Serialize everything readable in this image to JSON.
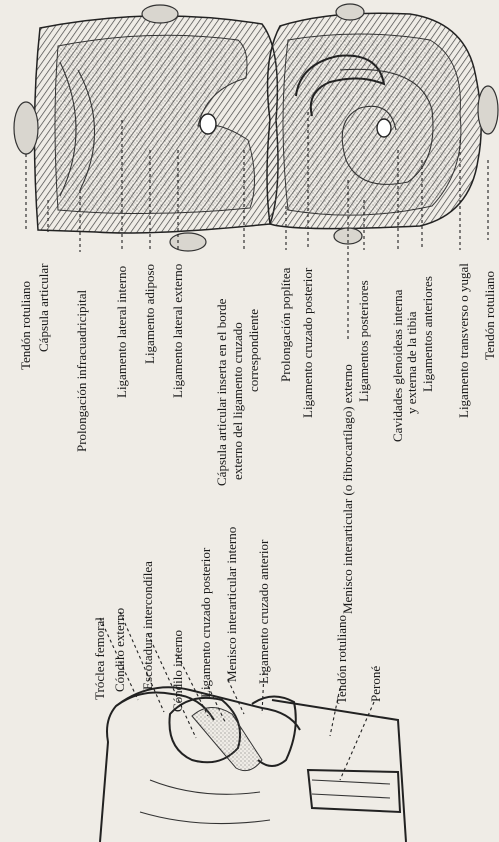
{
  "figure": {
    "bottom_right_labels": [
      "Tendón rotuliano",
      "Cápsula articular",
      "Prolongación infracuadricipital",
      "Ligamento lateral interno",
      "Ligamento adiposo",
      "Ligamento lateral externo",
      "Cápsula articular inserta en el borde",
      "externo del ligamento cruzado",
      "correspondiente",
      "Prolongación poplítea",
      "Ligamento cruzado posterior",
      "Menisco interarticular (o fibrocartílago) externo",
      "Ligamentos posteriores",
      "Cavidades glenoideas interna",
      "y externa de la tibia",
      "Ligamentos anteriores",
      "Ligamento transverso o yugal",
      "Tendón rotuliano"
    ],
    "bottom_left_labels": [
      "Tróclea femoral",
      "Cóndilo externo",
      "Escotadura intercondílea",
      "Cóndilo interno",
      "Ligamento cruzado posterior",
      "Menisco interarticular interno",
      "Ligamento cruzado anterior",
      "Tendón rotuliano",
      "Peroné"
    ]
  }
}
